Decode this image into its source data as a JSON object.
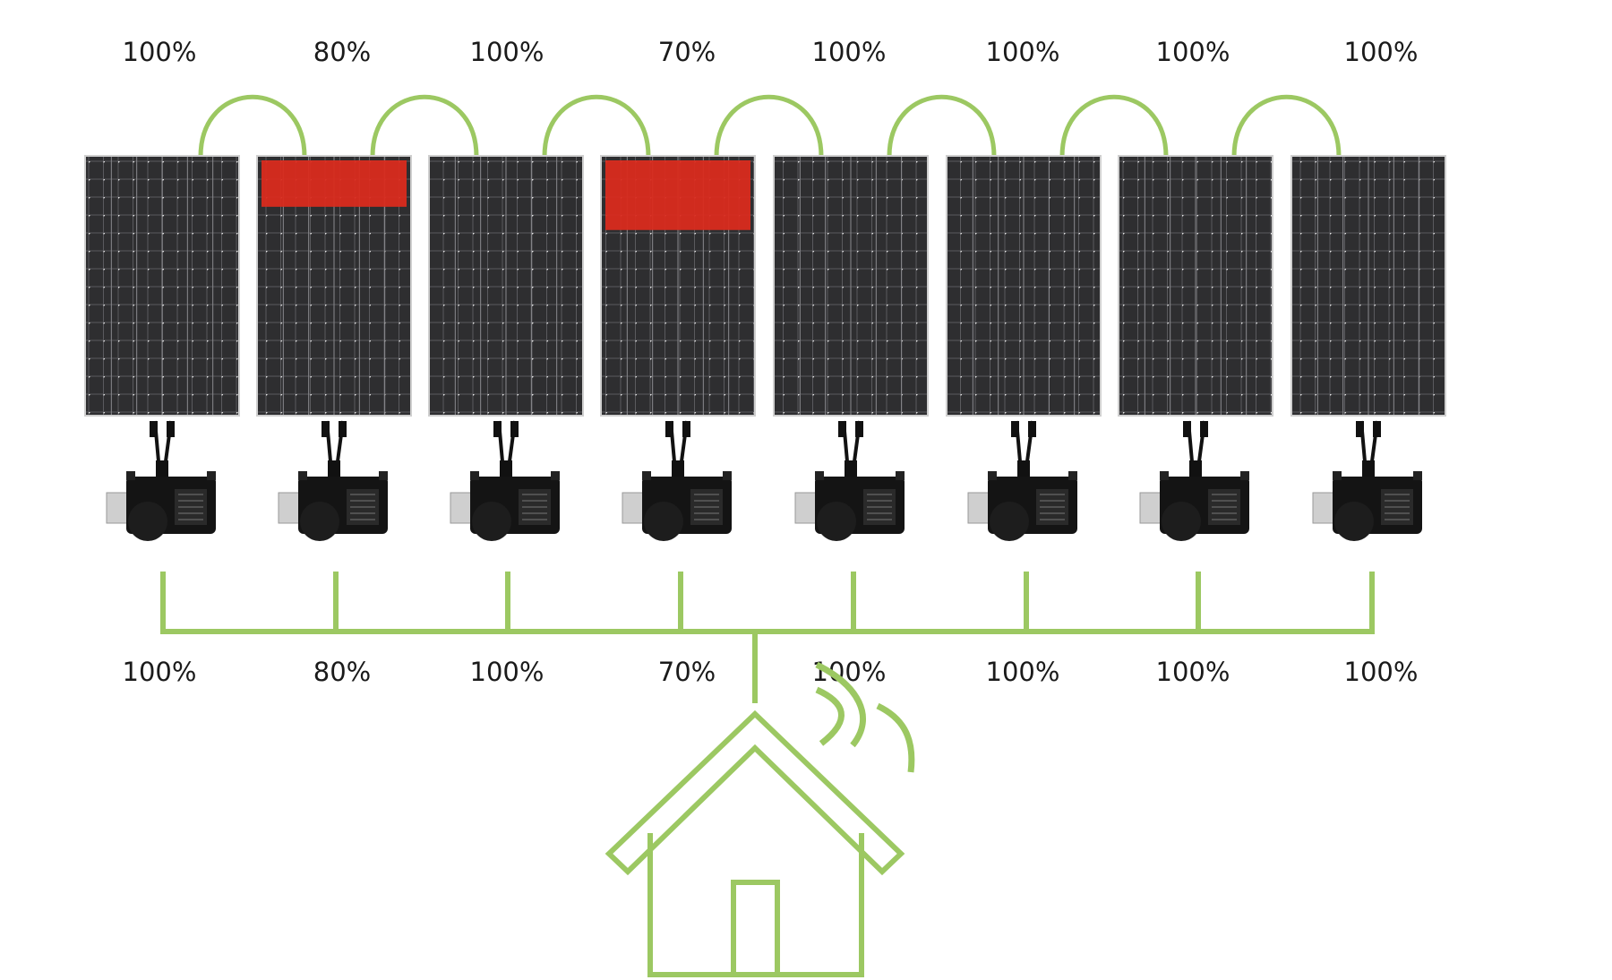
{
  "colors": {
    "wire": "#9cc862",
    "panel": "#2b2b2d",
    "panel_frame": "#cfcfcf",
    "shade": "#d92b1e",
    "inverter": "#141414"
  },
  "panels": [
    {
      "top_label": "100%",
      "bottom_label": "100%",
      "shade_fraction": 0
    },
    {
      "top_label": "80%",
      "bottom_label": "80%",
      "shade_fraction": 0.2
    },
    {
      "top_label": "100%",
      "bottom_label": "100%",
      "shade_fraction": 0
    },
    {
      "top_label": "70%",
      "bottom_label": "70%",
      "shade_fraction": 0.3
    },
    {
      "top_label": "100%",
      "bottom_label": "100%",
      "shade_fraction": 0
    },
    {
      "top_label": "100%",
      "bottom_label": "100%",
      "shade_fraction": 0
    },
    {
      "top_label": "100%",
      "bottom_label": "100%",
      "shade_fraction": 0
    },
    {
      "top_label": "100%",
      "bottom_label": "100%",
      "shade_fraction": 0
    }
  ],
  "icons": {
    "panel": "solar-panel-icon",
    "inverter": "microinverter-icon",
    "house": "house-icon",
    "signal": "wifi-signal-icon"
  }
}
